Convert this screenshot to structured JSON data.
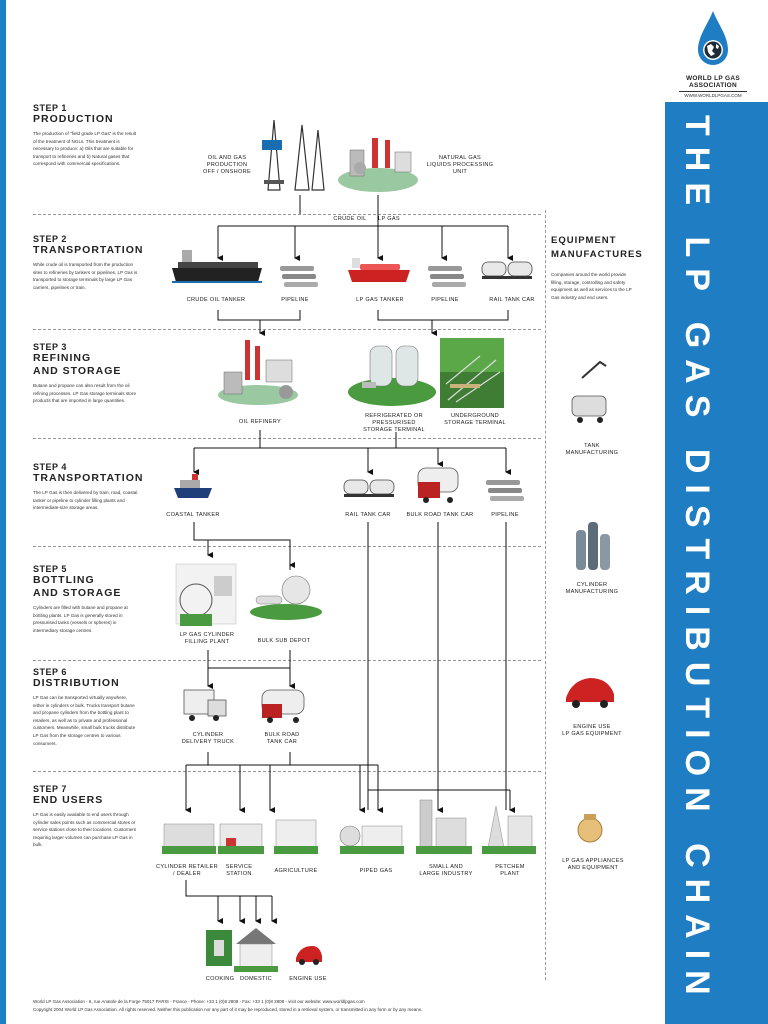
{
  "header": {
    "org_name": "WORLD LP GAS ASSOCIATION",
    "org_url": "WWW.WORLDLPGAS.COM",
    "vertical_title": "THE LP GAS DISTRIBUTION CHAIN",
    "brand_color": "#1f7ec3"
  },
  "steps": [
    {
      "num": "STEP 1",
      "title": [
        "PRODUCTION"
      ],
      "desc": "The production of \"field grade LP Gas\" is the result of the treatment of NGLs. This treatment is necessary to produce: a) Oils that are suitable for transport to refineries and b) Natural gases that correspond with commercial specifications."
    },
    {
      "num": "STEP 2",
      "title": [
        "TRANSPORTATION"
      ],
      "desc": "While crude oil is transported from the production sites to refineries by tankers or pipelines, LP Gas is transported to storage terminals by large LP Gas carriers, pipelines or train."
    },
    {
      "num": "STEP 3",
      "title": [
        "REFINING",
        "AND STORAGE"
      ],
      "desc": "Butane and propane can also result from the oil refining processes. LP Gas storage terminals store products that are imported in large quantities."
    },
    {
      "num": "STEP 4",
      "title": [
        "TRANSPORTATION"
      ],
      "desc": "The LP Gas is then delivered by train, road, coastal tanker or pipeline to cylinder filling plants and intermediate-size storage areas."
    },
    {
      "num": "STEP 5",
      "title": [
        "BOTTLING",
        "AND STORAGE"
      ],
      "desc": "Cylinders are filled with butane and propane at bottling plants. LP Gas is generally stored in pressurised tanks (vessels or spheres) in intermediary storage centres."
    },
    {
      "num": "STEP 6",
      "title": [
        "DISTRIBUTION"
      ],
      "desc": "LP Gas can be transported virtually anywhere, either in cylinders or bulk. Trucks transport butane and propane cylinders from the bottling plant to retailers, as well as to private and professional customers. Meanwhile, small bulk trucks distribute LP Gas from the storage centres to various consumers."
    },
    {
      "num": "STEP 7",
      "title": [
        "END USERS"
      ],
      "desc": "LP Gas is easily available to end users through cylinder sales points such as commercial stores or service stations close to their locations. Customers requiring larger volumes can purchase LP Gas in bulk."
    }
  ],
  "labels": {
    "oil_gas_production": [
      "OIL AND GAS",
      "PRODUCTION",
      "OFF / ONSHORE"
    ],
    "ngl_unit": [
      "NATURAL GAS",
      "LIQUIDS PROCESSING",
      "UNIT"
    ],
    "crude_oil": "CRUDE OIL",
    "lp_gas": "LP GAS",
    "crude_oil_tanker": "CRUDE OIL TANKER",
    "pipeline": "PIPELINE",
    "lp_gas_tanker": "LP GAS TANKER",
    "rail_tank_car": "RAIL TANK CAR",
    "oil_refinery": "OIL REFINERY",
    "refrigerated_terminal": [
      "REFRIGERATED OR PRESSURISED",
      "STORAGE TERMINAL"
    ],
    "underground_terminal": [
      "UNDERGROUND",
      "STORAGE TERMINAL"
    ],
    "coastal_tanker": "COASTAL TANKER",
    "bulk_road_tank_car": "BULK ROAD TANK CAR",
    "filling_plant": [
      "LP GAS CYLINDER",
      "FILLING PLANT"
    ],
    "bulk_sub_depot": "BULK SUB DEPOT",
    "cylinder_delivery_truck": [
      "CYLINDER",
      "DELIVERY TRUCK"
    ],
    "bulk_road_tank_car_2": [
      "BULK ROAD",
      "TANK CAR"
    ],
    "cylinder_retailer": [
      "CYLINDER RETAILER",
      "/ DEALER"
    ],
    "service_station": [
      "SERVICE",
      "STATION"
    ],
    "agriculture": "AGRICULTURE",
    "piped_gas": "PIPED GAS",
    "small_large_industry": [
      "SMALL AND",
      "LARGE INDUSTRY"
    ],
    "petchem_plant": [
      "PETCHEM",
      "PLANT"
    ],
    "cooking": "COOKING",
    "domestic": "DOMESTIC",
    "engine_use": "ENGINE USE"
  },
  "equipment": {
    "title": [
      "EQUIPMENT",
      "MANUFACTURES"
    ],
    "desc": "Companies around the world provide filling, storage, controlling and safety equipment as well as services to the LP Gas industry and end users.",
    "items": [
      [
        "TANK",
        "MANUFACTURING"
      ],
      [
        "CYLINDER",
        "MANUFACTURING"
      ],
      [
        "ENGINE USE",
        "LP GAS EQUIPMENT"
      ],
      [
        "LP GAS APPLIANCES",
        "AND EQUIPMENT"
      ]
    ]
  },
  "footer": {
    "line1": "World LP Gas Association - 6, rue Anatole de la Forge 75017 PARIS - France - Phone: +33 1 (0)8 2808 - Fax: +33 1 (0)8 2808 - visit our website: www.worldlpgas.com",
    "line2": "Copyright 2004 World LP Gas Association. All rights reserved. Neither this publication nor any part of it may be reproduced, stored in a retrieval system, or transmitted in any form or by any means."
  }
}
